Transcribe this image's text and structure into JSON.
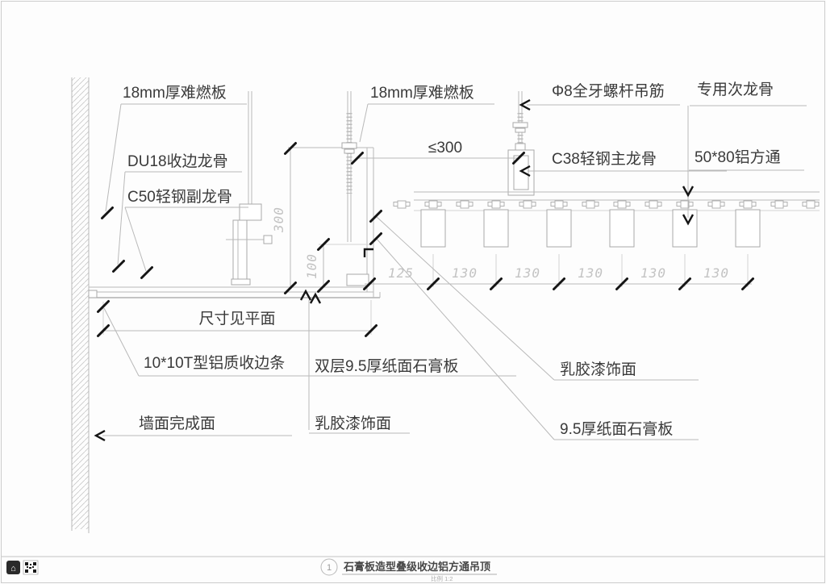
{
  "drawing": {
    "annotations": {
      "board_top_left": "18mm厚难燃板",
      "board_top_mid": "18mm厚难燃板",
      "du18_edge_runner": "DU18收边龙骨",
      "c50_sub_runner": "C50轻钢副龙骨",
      "hanger_rod": "Φ8全牙螺杆吊筋",
      "special_sub_runner": "专用次龙骨",
      "c38_main_runner": "C38轻钢主龙骨",
      "alu_square_tube": "50*80铝方通",
      "see_plan": "尺寸见平面",
      "alu_edge_trim": "10*10T型铝质收边条",
      "double_gypsum": "双层9.5厚纸面石膏板",
      "latex_paint_left": "乳胶漆饰面",
      "wall_finish": "墙面完成面",
      "latex_paint_right": "乳胶漆饰面",
      "gypsum_single": "9.5厚纸面石膏板"
    },
    "dimensions": {
      "max_spacing": "≤300",
      "step_height": "300",
      "step_depth": "100",
      "horizontal": [
        "125",
        "130",
        "130",
        "130",
        "130",
        "130"
      ]
    },
    "title_block": {
      "detail_number": "1",
      "title": "石膏板造型叠级收边铝方通吊顶",
      "scale": "比例 1:2"
    },
    "colors": {
      "line_light": "#b9b9b9",
      "accent_black": "#151515",
      "dim_text": "#c3c3c3",
      "label_text": "#3a3a3a"
    }
  }
}
